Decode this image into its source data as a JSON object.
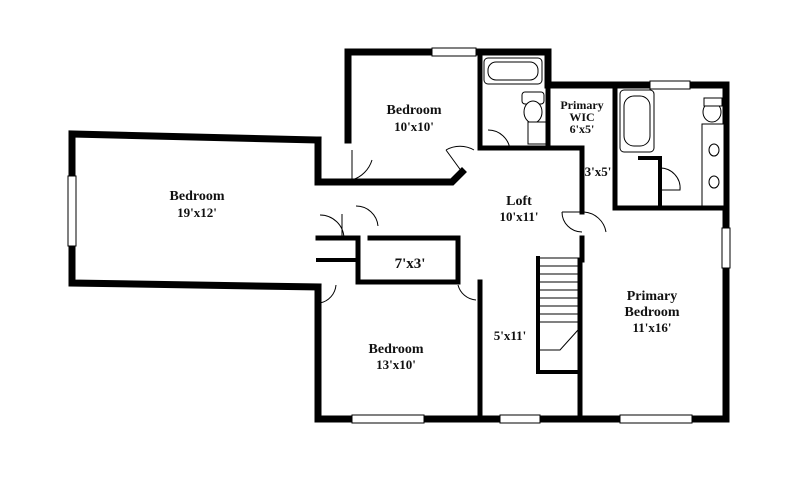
{
  "rooms": {
    "bedroom_top": {
      "name": "Bedroom",
      "size": "10'x10'"
    },
    "bedroom_left": {
      "name": "Bedroom",
      "size": "19'x12'"
    },
    "bedroom_bottom": {
      "name": "Bedroom",
      "size": "13'x10'"
    },
    "loft": {
      "name": "Loft",
      "size": "10'x11'"
    },
    "closet_7x3": {
      "size": "7'x3'"
    },
    "hall_5x11": {
      "size": "5'x11'"
    },
    "primary_wic": {
      "line1": "Primary",
      "line2": "WIC",
      "size": "6'x5'"
    },
    "closet_3x5": {
      "size": "3'x5'"
    },
    "primary_bedroom": {
      "line1": "Primary",
      "line2": "Bedroom",
      "size": "11'x16'"
    }
  },
  "colors": {
    "wall": "#000000",
    "background": "#ffffff",
    "text": "#111111"
  }
}
